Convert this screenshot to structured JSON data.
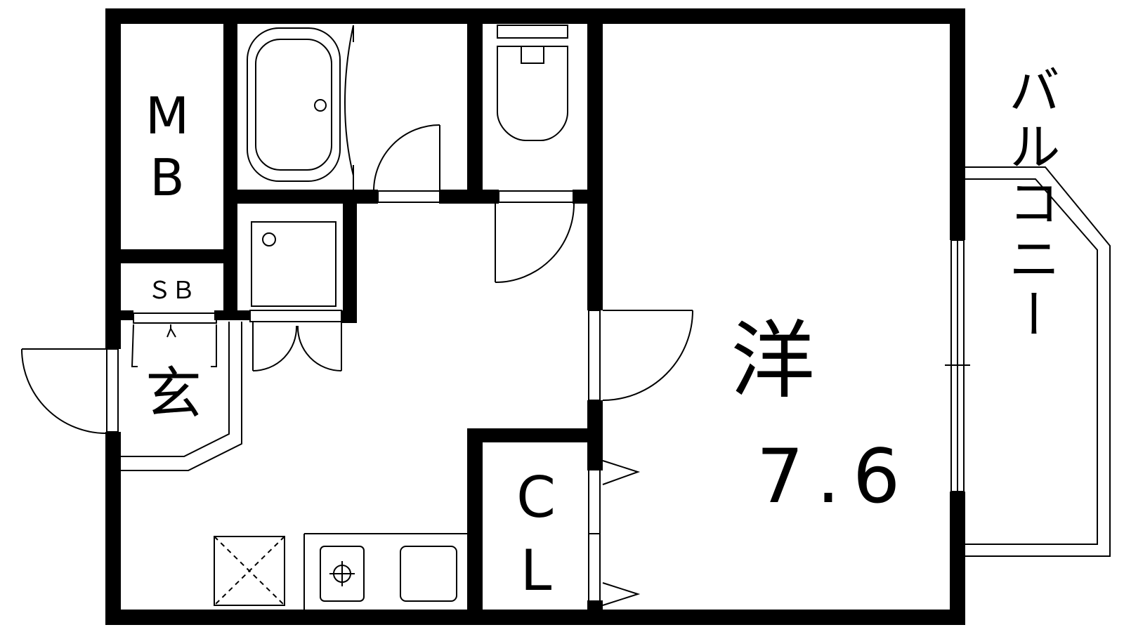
{
  "floorplan": {
    "rooms": {
      "mb": {
        "line1": "M",
        "line2": "B"
      },
      "sb": {
        "label": "ＳＢ"
      },
      "entrance": {
        "label": "玄"
      },
      "western": {
        "label": "洋",
        "size": "7.6"
      },
      "closet": {
        "line1": "C",
        "line2": "L"
      },
      "balcony": {
        "label": "バルコニー"
      }
    },
    "colors": {
      "line": "#000000",
      "background": "#ffffff"
    }
  }
}
